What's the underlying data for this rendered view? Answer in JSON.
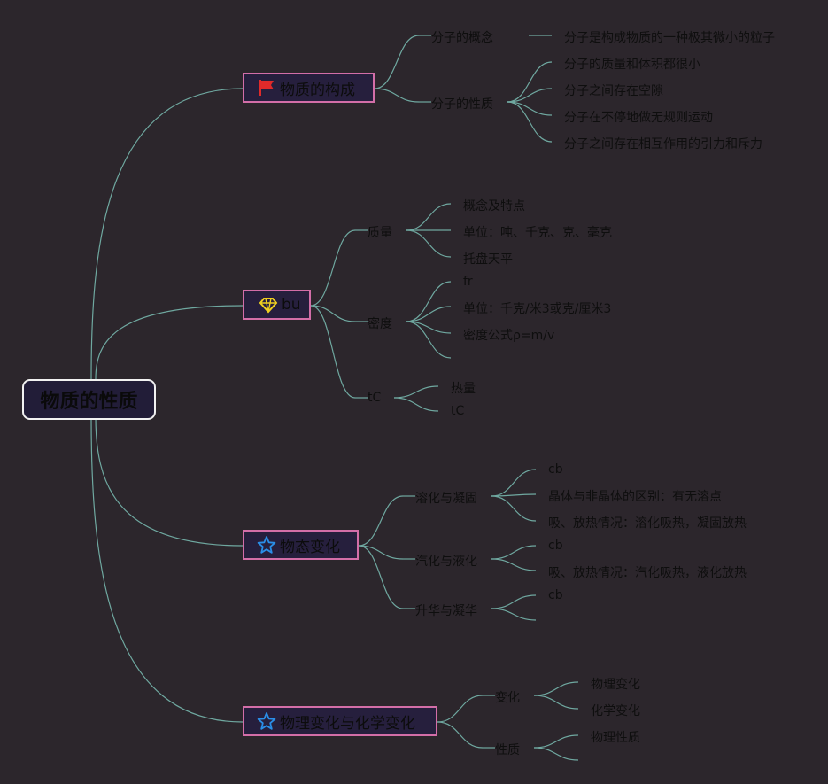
{
  "root": {
    "label": "物质的性质"
  },
  "branches": [
    {
      "label": "物质的构成",
      "icon": "red-flag-icon",
      "subs": [
        {
          "label": "分子的概念",
          "leaves": [
            "分子是构成物质的一种极其微小的粒子"
          ]
        },
        {
          "label": "分子的性质",
          "leaves": [
            "分子的质量和体积都很小",
            "分子之间存在空隙",
            "分子在不停地做无规则运动",
            "分子之间存在相互作用的引力和斥力"
          ]
        }
      ]
    },
    {
      "label": "bu",
      "icon": "yellow-diamond-icon",
      "subs": [
        {
          "label": "质量",
          "leaves": [
            "概念及特点",
            "单位：吨、千克、克、毫克",
            "托盘天平"
          ]
        },
        {
          "label": "密度",
          "leaves": [
            "fr",
            "单位：千克/米3或克/厘米3",
            "密度公式ρ=m/v",
            ""
          ]
        },
        {
          "label": "tC",
          "leaves": [
            "热量",
            "tC"
          ]
        }
      ]
    },
    {
      "label": "物态变化",
      "icon": "blue-star-icon",
      "subs": [
        {
          "label": "溶化与凝固",
          "leaves": [
            "cb",
            "晶体与非晶体的区别：有无溶点",
            "吸、放热情况：溶化吸热，凝固放热"
          ]
        },
        {
          "label": "汽化与液化",
          "leaves": [
            "cb",
            "吸、放热情况：汽化吸热，液化放热"
          ]
        },
        {
          "label": "升华与凝华",
          "leaves": [
            "cb",
            ""
          ]
        }
      ]
    },
    {
      "label": "物理变化与化学变化",
      "icon": "blue-star-icon",
      "subs": [
        {
          "label": "变化",
          "leaves": [
            "物理变化",
            "化学变化"
          ]
        },
        {
          "label": "性质",
          "leaves": [
            "物理性质",
            ""
          ]
        }
      ]
    }
  ],
  "colors": {
    "background": "#2c262c",
    "connector": "#6fa8a0",
    "main_border": "#d36ea8",
    "root_border": "#f2f2f2"
  }
}
